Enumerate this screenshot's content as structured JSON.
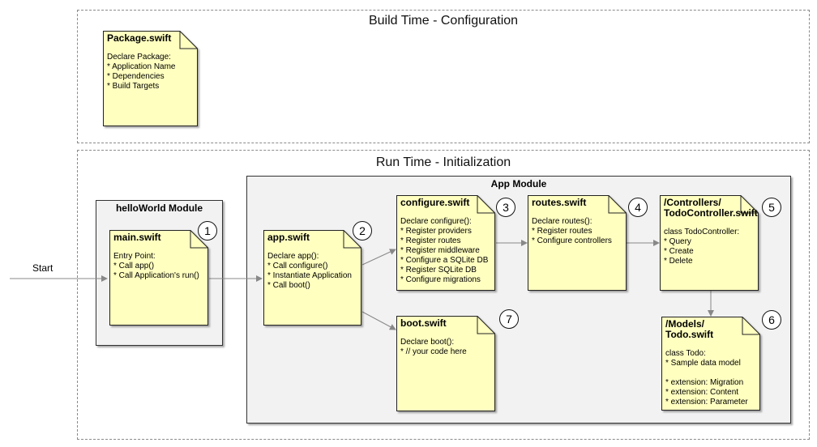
{
  "regions": {
    "build_time": "Build Time - Configuration",
    "run_time": "Run Time - Initialization"
  },
  "modules": {
    "hello_world": "helloWorld Module",
    "app": "App Module"
  },
  "start_label": "Start",
  "notes": {
    "package": {
      "title": "Package.swift",
      "body": "Declare Package:\n* Application Name\n* Dependencies\n* Build Targets"
    },
    "main": {
      "title": "main.swift",
      "body": "Entry Point:\n* Call app()\n* Call Application's run()",
      "step": "1"
    },
    "app": {
      "title": "app.swift",
      "body": "Declare app():\n* Call configure()\n* Instantiate Application\n* Call boot()",
      "step": "2"
    },
    "configure": {
      "title": "configure.swift",
      "body": "Declare configure():\n* Register providers\n* Register routes\n* Register middleware\n* Configure a SQLite DB\n* Register SQLite DB\n* Configure migrations",
      "step": "3"
    },
    "routes": {
      "title": "routes.swift",
      "body": "Declare routes():\n* Register routes\n* Configure controllers",
      "step": "4"
    },
    "controller": {
      "title": "/Controllers/\nTodoController.swift",
      "body": "class TodoController:\n* Query\n* Create\n* Delete",
      "step": "5"
    },
    "todo": {
      "title": "/Models/\nTodo.swift",
      "body": "class Todo:\n* Sample data model\n\n* extension: Migration\n* extension: Content\n* extension: Parameter",
      "step": "6"
    },
    "boot": {
      "title": "boot.swift",
      "body": "Declare boot():\n* // your code here",
      "step": "7"
    }
  },
  "colors": {
    "note_fill": "#ffffc0",
    "module_fill": "#f2f2f2",
    "arrow": "#888888"
  }
}
